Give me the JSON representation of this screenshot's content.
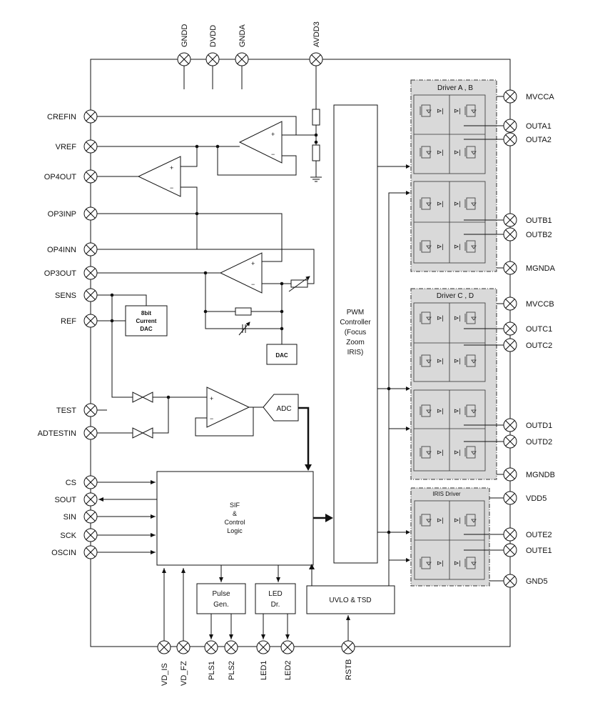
{
  "top_pins": [
    "GNDD",
    "DVDD",
    "GNDA",
    "AVDD3"
  ],
  "left_pins": [
    "CREFIN",
    "VREF",
    "OP4OUT",
    "OP3INP",
    "OP4INN",
    "OP3OUT",
    "SENS",
    "REF",
    "TEST",
    "ADTESTIN",
    "CS",
    "SOUT",
    "SIN",
    "SCK",
    "OSCIN"
  ],
  "right_pins": [
    "MVCCA",
    "OUTA1",
    "OUTA2",
    "OUTB1",
    "OUTB2",
    "MGNDA",
    "MVCCB",
    "OUTC1",
    "OUTC2",
    "OUTD1",
    "OUTD2",
    "MGNDB",
    "VDD5",
    "OUTE2",
    "OUTE1",
    "GND5"
  ],
  "bottom_pins": [
    "VD_IS",
    "VD_FZ",
    "PLS1",
    "PLS2",
    "LED1",
    "LED2",
    "RSTB"
  ],
  "blocks": {
    "dac_current": [
      "8bit",
      "Current",
      "DAC"
    ],
    "dac": "DAC",
    "adc": "ADC",
    "pwm": [
      "PWM",
      "Controller",
      "(Focus",
      "Zoom",
      "IRIS)"
    ],
    "sif": [
      "SIF",
      "&",
      "Control",
      "Logic"
    ],
    "pulse": [
      "Pulse",
      "Gen."
    ],
    "led": [
      "LED",
      "Dr."
    ],
    "uvlo": "UVLO & TSD",
    "driver_ab": "Driver A , B",
    "driver_cd": "Driver C , D",
    "iris": "IRIS Driver"
  },
  "opamp_signs": {
    "plus": "+",
    "minus": "−"
  }
}
